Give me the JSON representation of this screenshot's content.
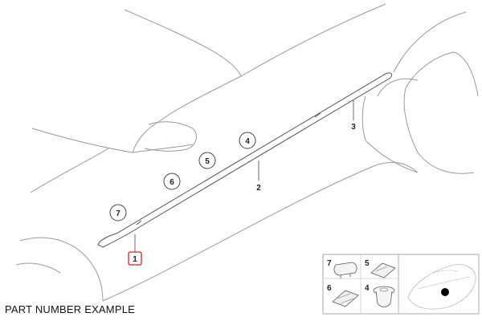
{
  "caption": "PART NUMBER EXAMPLE",
  "callouts": {
    "c1": "1",
    "c2": "2",
    "c3": "3",
    "c4": "4",
    "c5": "5",
    "c6": "6",
    "c7": "7"
  },
  "inset": {
    "i7": "7",
    "i5": "5",
    "i6": "6",
    "i4": "4"
  },
  "colors": {
    "highlight": "#d62020",
    "outline": "#9a9a9a",
    "text": "#222222"
  }
}
